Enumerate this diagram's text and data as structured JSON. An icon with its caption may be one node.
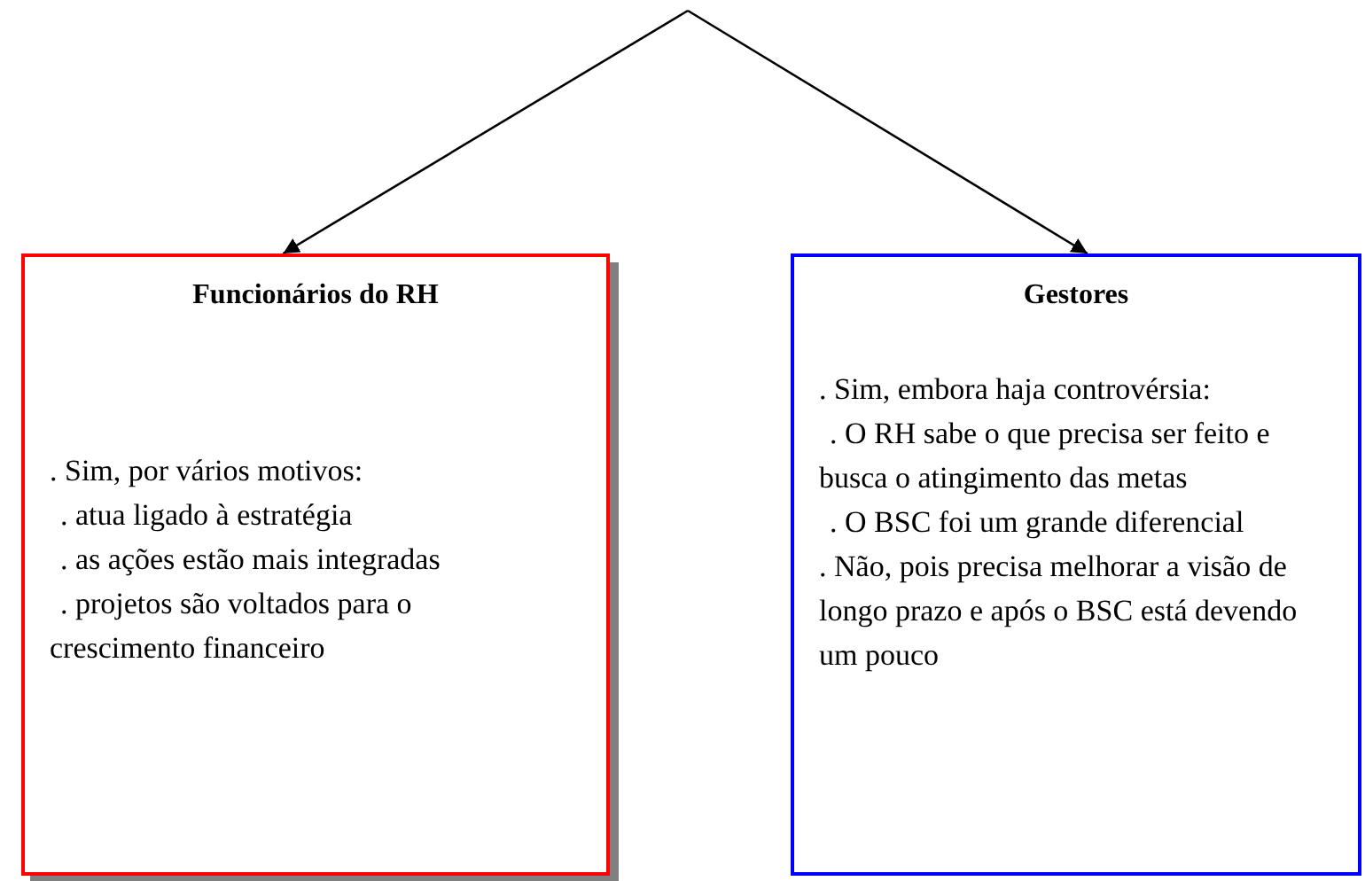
{
  "diagram": {
    "nodes": [
      {
        "text": [
          "Funcionários do RH",
          ". Sim, por vários motivos:",
          ". atua ligado à estratégia",
          ". as ações estão mais integradas",
          ". projetos são voltados para o crescimento financeiro"
        ]
      },
      {
        "text": [
          "Gestores",
          ". Sim, embora haja controvérsia:",
          ". O RH sabe o que precisa ser feito e busca o atingimento das metas",
          ". O BSC foi um grande diferencial",
          ". Não, pois precisa melhorar a visão de longo prazo e após o BSC está devendo um pouco"
        ]
      }
    ],
    "edges": [
      {
        "from": null,
        "to": 0,
        "arrow": "to"
      },
      {
        "from": null,
        "to": 1,
        "arrow": "to"
      }
    ]
  }
}
